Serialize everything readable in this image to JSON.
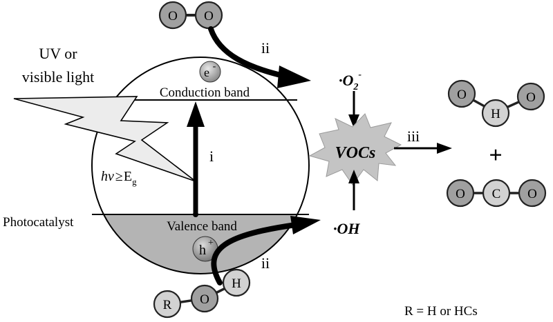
{
  "light": {
    "line1": "UV or",
    "line2": "visible light"
  },
  "energy": {
    "hv": "hv",
    "geq": "≥",
    "E": "E",
    "sub": "g"
  },
  "bands": {
    "conduction": "Conduction band",
    "valence": "Valence band"
  },
  "catalyst_label": "Photocatalyst",
  "electron": {
    "symbol": "e",
    "charge": "-"
  },
  "hole": {
    "symbol": "h",
    "charge": "+"
  },
  "steps": {
    "i": "i",
    "ii_top": "ii",
    "ii_bottom": "ii",
    "iii": "iii"
  },
  "radicals": {
    "superoxide_dot": "·",
    "superoxide_base": "O",
    "superoxide_sub": "2",
    "superoxide_sup": "-",
    "hydroxyl": "·OH"
  },
  "vocs": "VOCs",
  "plus": "+",
  "molecules": {
    "oxygen": [
      "O",
      "O"
    ],
    "water": [
      "O",
      "H",
      "O"
    ],
    "co2": [
      "O",
      "C",
      "O"
    ],
    "roh": [
      "R",
      "O",
      "H"
    ]
  },
  "note": "R = H or HCs",
  "colors": {
    "valence_fill": "#b4b4b4",
    "atom_dark": "#a0a0a0",
    "atom_light": "#d2d2d2",
    "burst": "#c4c4c4"
  }
}
